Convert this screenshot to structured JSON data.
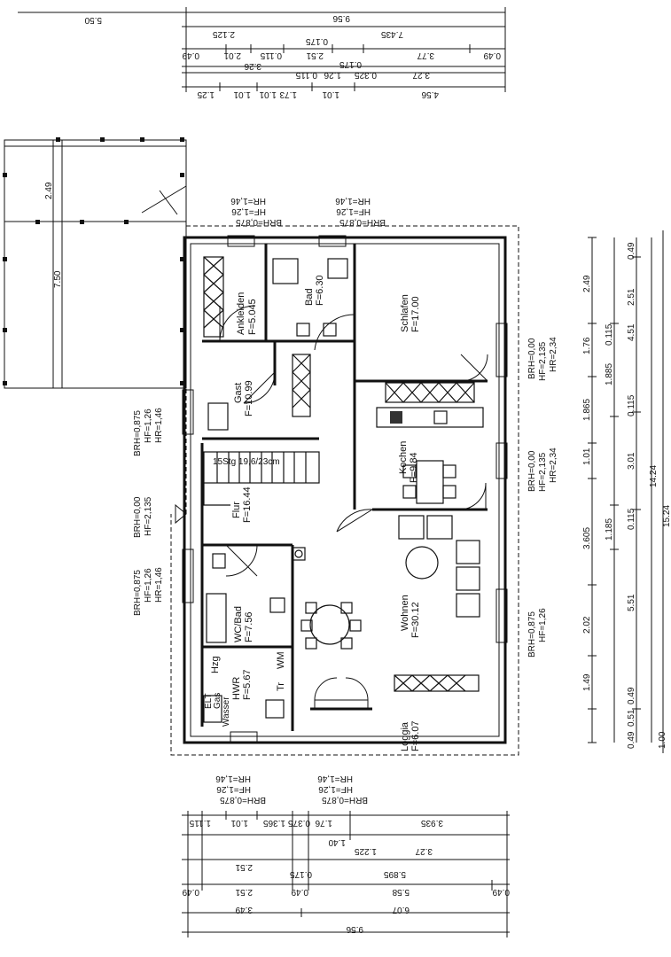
{
  "plan": {
    "rooms": [
      {
        "id": "ankleiden",
        "name": "Ankleiden",
        "area": "F=5.045"
      },
      {
        "id": "bad",
        "name": "Bad",
        "area": "F=6.30"
      },
      {
        "id": "schlafen",
        "name": "Schlafen",
        "area": "F=17.00"
      },
      {
        "id": "gast",
        "name": "Gast",
        "area": "F=10.99"
      },
      {
        "id": "kochen",
        "name": "Kochen",
        "area": "F=9.84"
      },
      {
        "id": "flur",
        "name": "Flur",
        "area": "F=16.44"
      },
      {
        "id": "wc-bad",
        "name": "WC/Bad",
        "area": "F=7.56"
      },
      {
        "id": "wohnen",
        "name": "Wohnen",
        "area": "F=30.12"
      },
      {
        "id": "hwr",
        "name": "HWR",
        "area": "F=5.67"
      },
      {
        "id": "loggia",
        "name": "Loggia",
        "area": "F=6.07"
      }
    ],
    "stairs": "15Stg 19,6/23cm",
    "fixtures": {
      "hzg": "Hzg",
      "wm": "WM",
      "tr": "Tr",
      "elt": "ELT",
      "gas": "Gas",
      "wasser": "Wasser"
    },
    "window_labels": {
      "top_left": [
        "BRH=0,875",
        "HF=1,26",
        "HR=1,46"
      ],
      "top_right": [
        "BRH=0,875",
        "HF=1,26",
        "HR=1,46"
      ],
      "bottom_left": [
        "BRH=0,875",
        "HF=1,26",
        "HR=1,46"
      ],
      "bottom_right": [
        "BRH=0,875",
        "HF=1,26",
        "HR=1,46"
      ],
      "left_gast": [
        "BRH=0,875",
        "HF=1,26",
        "HR=1,46"
      ],
      "left_flur": [
        "BRH=0,00",
        "HF=2,135"
      ],
      "left_wc": [
        "BRH=0,875",
        "HF=1,26",
        "HR=1,46"
      ],
      "right_schlafen": [
        "BRH=0,00",
        "HF=2,135",
        "HR=2,34"
      ],
      "right_kochen": [
        "BRH=0,00",
        "HF=2,135",
        "HR=2,34"
      ],
      "right_wohnen": [
        "BRH=0,875",
        "HF=1,26"
      ]
    },
    "carport": {
      "width": "2.49",
      "length": "7.50"
    }
  },
  "dimensions": {
    "top": {
      "row1": [
        "5.50"
      ],
      "row2": [
        "9.56"
      ],
      "row3": [
        "2.125",
        "0.175",
        "7.435"
      ],
      "row4": [
        "0.49",
        "2.01",
        "0.115",
        "2.51",
        "0.175",
        "3.77",
        "0.49"
      ],
      "row5": [
        "3.26",
        "0.115",
        "1.26",
        "0.325",
        "3.27"
      ],
      "row6": [
        "1.25",
        "1.01",
        "1.01",
        "1.73",
        "1.01",
        "4.56"
      ]
    },
    "bottom": {
      "row1": [
        "1.115",
        "1.01",
        "1.365",
        "0.375",
        "1.76",
        "3.935"
      ],
      "row2": [
        "1.40",
        "1.225",
        "3.27"
      ],
      "row3": [
        "2.51",
        "0.175",
        "5.895"
      ],
      "row4": [
        "0.49",
        "2.51",
        "0.49",
        "5.58",
        "0.49"
      ],
      "row5": [
        "3.49",
        "6.07"
      ],
      "row6": [
        "9.56"
      ]
    },
    "right": {
      "col1": [
        "2.49",
        "1.76",
        "1.865",
        "1.01",
        "3.605",
        "2.02",
        "1.49",
        "0.49"
      ],
      "col2": [
        "0.115",
        "1.885",
        "0.115",
        "1.185",
        "0.51"
      ],
      "col3": [
        "0.49",
        "2.51",
        "4.51",
        "3.01",
        "0.115",
        "5.51",
        "0.49"
      ],
      "col4": [
        "14.24"
      ],
      "col5": [
        "15.24",
        "1.00"
      ]
    }
  }
}
